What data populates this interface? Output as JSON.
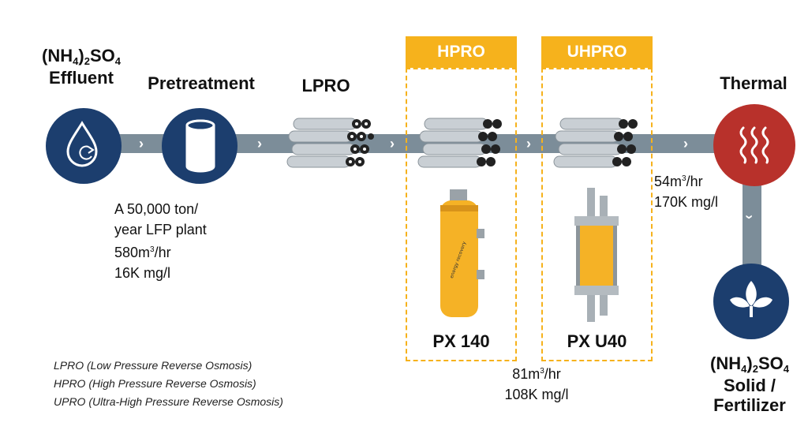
{
  "stages": {
    "effluent": {
      "line1_base": "(NH",
      "line1_sub1": "4",
      "line1_mid": ")",
      "line1_sub2": "2",
      "line1_end": "SO",
      "line1_sub3": "4",
      "line2": "Effluent",
      "icon": "water-drop-recycle-icon"
    },
    "pretreatment": {
      "label": "Pretreatment",
      "icon": "cylinder-icon"
    },
    "lpro": {
      "label": "LPRO",
      "icon": "membrane-pipes-icon"
    },
    "hpro": {
      "label": "HPRO",
      "device": "PX 140"
    },
    "uhpro": {
      "label": "UHPRO",
      "device": "PX U40"
    },
    "thermal": {
      "label": "Thermal",
      "icon": "heat-waves-icon"
    },
    "product": {
      "line1_base": "(NH",
      "line1_sub1": "4",
      "line1_mid": ")",
      "line1_sub2": "2",
      "line1_end": "SO",
      "line1_sub3": "4",
      "line2": "Solid /",
      "line3": "Fertilizer",
      "icon": "leaf-icon"
    }
  },
  "plant_info": {
    "line1": "A 50,000 ton/",
    "line2": "year LFP plant",
    "flow_base": "580m",
    "flow_sup": "3",
    "flow_end": "/hr",
    "conc": "16K mg/l"
  },
  "mid_flow": {
    "flow_base": "81m",
    "flow_sup": "3",
    "flow_end": "/hr",
    "conc": "108K mg/l"
  },
  "thermal_flow": {
    "flow_base": "54m",
    "flow_sup": "3",
    "flow_end": "/hr",
    "conc": "170K mg/l"
  },
  "legend": [
    "LPRO (Low Pressure Reverse Osmosis)",
    "HPRO (High Pressure Reverse Osmosis)",
    "UPRO (Ultra-High Pressure Reverse Osmosis)"
  ],
  "device_brand": "energy recovery",
  "colors": {
    "navy": "#1c3e6e",
    "orange": "#f6b21c",
    "red": "#b8312b",
    "pipe": "#7c8d99"
  }
}
